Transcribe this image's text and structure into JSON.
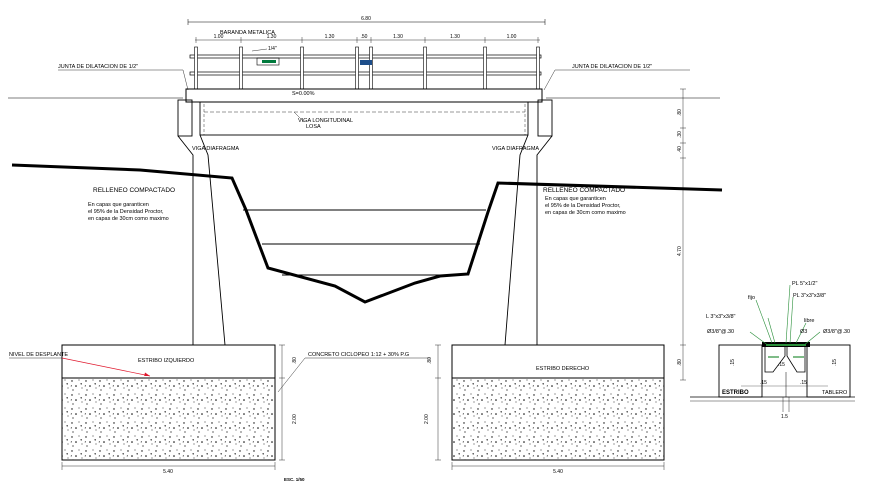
{
  "labels": {
    "baranda": "BARANDA METALICA",
    "total_width": "6.80",
    "junta_left": "JUNTA DE DILATACION DE 1/2\"",
    "junta_right": "JUNTA DE DILATACION DE 1/2\"",
    "slope": "S=0.00%",
    "viga_long": "VIGA LONGITUDINAL",
    "losa": "LOSA",
    "diafragma_left": "VIGA DIAFRAGMA",
    "diafragma_right": "VIGA DIAFRAGMA",
    "relleno_left": "RELLENEO COMPACTADO",
    "relleno_left_notes": [
      "En capas que garanticen",
      "el 95% de la Densidad Proctor,",
      "en capas de 30cm como maximo"
    ],
    "relleno_right": "RELLENEO COMPACTADO",
    "relleno_right_notes": [
      "En capas que garanticen",
      "el 95% de la Densidad Proctor,",
      "en capas de 30cm como maximo"
    ],
    "nivel": "NIVEL DE DESPLANTE",
    "estribo_izq": "ESTRIBO IZQUIERDO",
    "estribo_der": "ESTRIBO DERECHO",
    "concreto": "CONCRETO CICLOPEO 1:12 + 30% P.G",
    "base_left_width": "5.40",
    "base_right_width": "5.40",
    "esc": "ESC. 1/50",
    "post_detail": "1/4\""
  },
  "rail_spacing": [
    "1.00",
    "1.30",
    "1.30",
    ".50",
    "1.30",
    "1.30",
    "1.00"
  ],
  "right_dims": [
    ".80",
    ".30",
    ".40",
    "4.70",
    ".80"
  ],
  "base_dims": [
    ".80",
    "2.00"
  ],
  "base_dims_right": [
    ".80",
    "2.00"
  ],
  "detail": {
    "pl1": "PL 5\"x1/2\"",
    "pl2": "PL 3\"x3\"x3/8\"",
    "angle": "L 3\"x3\"x3/8\"",
    "fijo": "fijo",
    "libre": "libre",
    "bar_left": "Ø3/8\"@.30",
    "bar_right": "Ø3/8\"@.30",
    "bar_mid": "Ø3",
    "estribo": "ESTRIBO",
    "tablero": "TABLERO",
    "dim15a": ".15",
    "dim15b": ".15",
    "dim15c": ".15",
    "dim15d": ".15",
    "dim15e": ".15",
    "dim_gap": "1.5"
  }
}
